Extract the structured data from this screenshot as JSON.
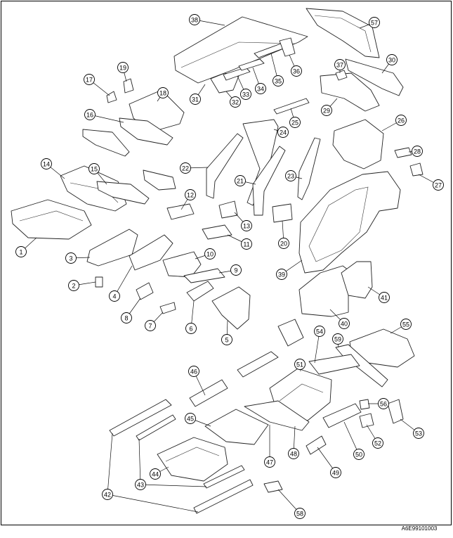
{
  "diagram": {
    "drawing_code": "A6E99101003",
    "callouts": [
      "1",
      "2",
      "3",
      "4",
      "5",
      "6",
      "7",
      "8",
      "9",
      "10",
      "11",
      "12",
      "13",
      "14",
      "15",
      "16",
      "17",
      "18",
      "19",
      "20",
      "21",
      "22",
      "23",
      "24",
      "25",
      "26",
      "27",
      "28",
      "29",
      "30",
      "31",
      "32",
      "33",
      "34",
      "35",
      "36",
      "37",
      "38",
      "39",
      "40",
      "41",
      "42",
      "43",
      "44",
      "45",
      "46",
      "47",
      "48",
      "49",
      "50",
      "51",
      "52",
      "53",
      "54",
      "55",
      "56",
      "57",
      "58",
      "59"
    ]
  }
}
